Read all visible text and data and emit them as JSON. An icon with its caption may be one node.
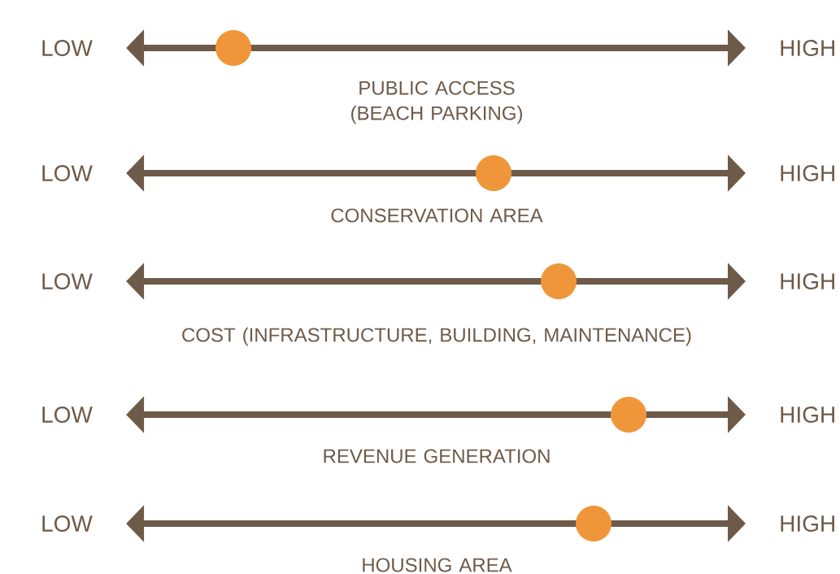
{
  "diagram": {
    "nodes": [
      {
        "text": [
          "LOW"
        ]
      },
      {
        "text": [
          "HIGH"
        ]
      },
      {
        "text": [
          "LOW"
        ]
      },
      {
        "text": [
          "HIGH"
        ]
      },
      {
        "text": [
          "LOW"
        ]
      },
      {
        "text": [
          "HIGH"
        ]
      },
      {
        "text": [
          "LOW"
        ]
      },
      {
        "text": [
          "HIGH"
        ]
      },
      {
        "text": [
          "LOW"
        ]
      },
      {
        "text": [
          "HIGH"
        ]
      }
    ],
    "edges": [
      {
        "from": 0,
        "to": 1,
        "arrow": "both"
      },
      {
        "from": 2,
        "to": 3,
        "arrow": "both"
      },
      {
        "from": 4,
        "to": 5,
        "arrow": "both"
      },
      {
        "from": 6,
        "to": 7,
        "arrow": "both"
      },
      {
        "from": 8,
        "to": 9,
        "arrow": "both"
      }
    ],
    "labels": [
      "PUBLIC ACCESS (BEACH PARKING)",
      "CONSERVATION AREA",
      "COST (INFRASTRUCTURE, BUILDING, MAINTENANCE)",
      "REVENUE GENERATION",
      "HOUSING AREA"
    ]
  }
}
